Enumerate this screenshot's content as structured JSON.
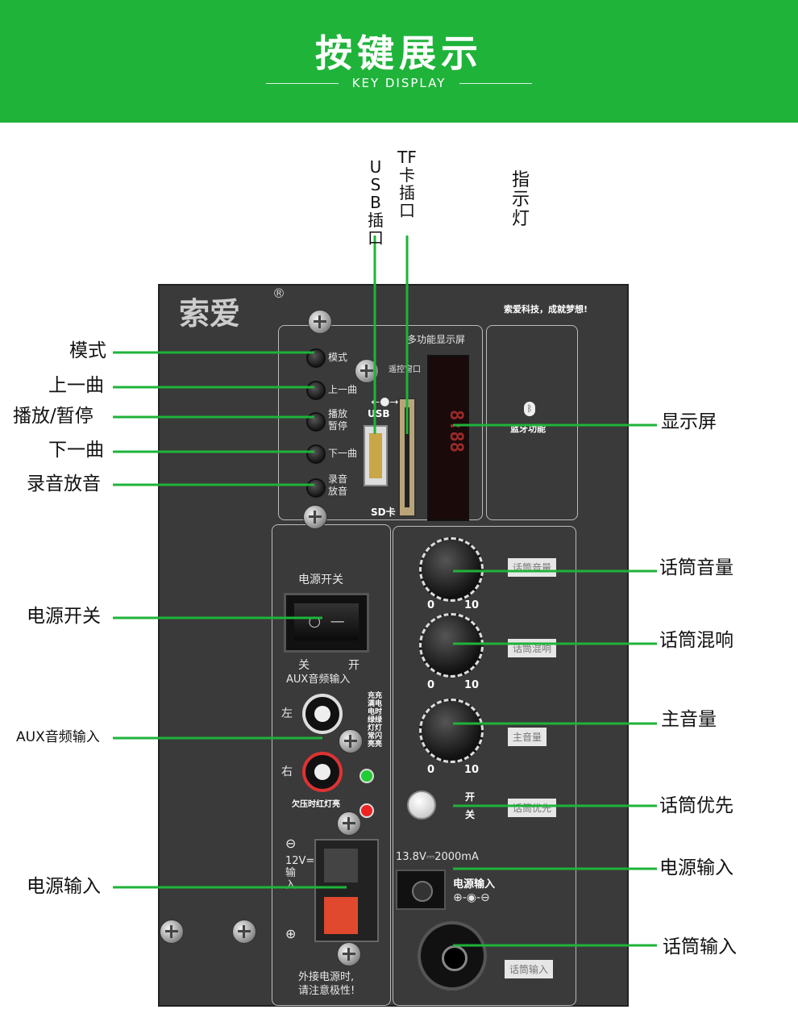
{
  "header": {
    "title": "按键展示",
    "subtitle": "KEY DISPLAY",
    "bg_color": "#1fb33a"
  },
  "accent_line_color": "#1fb33a",
  "callouts": {
    "usb_port": "USB插口",
    "tf_port": "TF卡插口",
    "indicator": "指示灯",
    "mode": "模式",
    "prev": "上一曲",
    "play_pause": "播放/暂停",
    "next": "下一曲",
    "record": "录音放音",
    "power_switch": "电源开关",
    "aux_in": "AUX音频输入",
    "power_in_left": "电源输入",
    "display": "显示屏",
    "mic_volume": "话筒音量",
    "mic_echo": "话筒混响",
    "master_volume": "主音量",
    "mic_priority": "话筒优先",
    "power_in_right": "电源输入",
    "mic_in": "话筒输入"
  },
  "panel": {
    "brand": "索爱",
    "registered": "®",
    "slogan": "索爱科技，成就梦想!",
    "btn_mode": "模式",
    "btn_prev": "上一曲",
    "btn_play_1": "播放",
    "btn_play_2": "暂停",
    "btn_next": "下一曲",
    "btn_rec_1": "录音",
    "btn_rec_2": "放音",
    "display_title": "多功能显示屏",
    "remote_window": "遥控窗口",
    "usb": "USB",
    "sd": "SD卡",
    "bluetooth": "蓝牙功能",
    "power_switch": "电源开关",
    "off": "关",
    "on": "开",
    "aux_title": "AUX音频输入",
    "left": "左",
    "right": "右",
    "charge_note": "充充满电电时绿绿灯灯常闪亮亮",
    "low_voltage": "欠压时红灯亮",
    "dc_input": "12V= 输入",
    "ext_power_1": "外接电源时,",
    "ext_power_2": "请注意极性!",
    "knob_min": "0",
    "knob_max": "10",
    "tag_mic_volume": "话筒音量",
    "tag_mic_echo": "话筒混响",
    "tag_master": "主音量",
    "tag_priority": "话筒优先",
    "tag_mic_in": "话筒输入",
    "prio_on": "开",
    "prio_off": "关",
    "spec": "13.8V⎓2000mA",
    "power_input": "电源输入"
  }
}
